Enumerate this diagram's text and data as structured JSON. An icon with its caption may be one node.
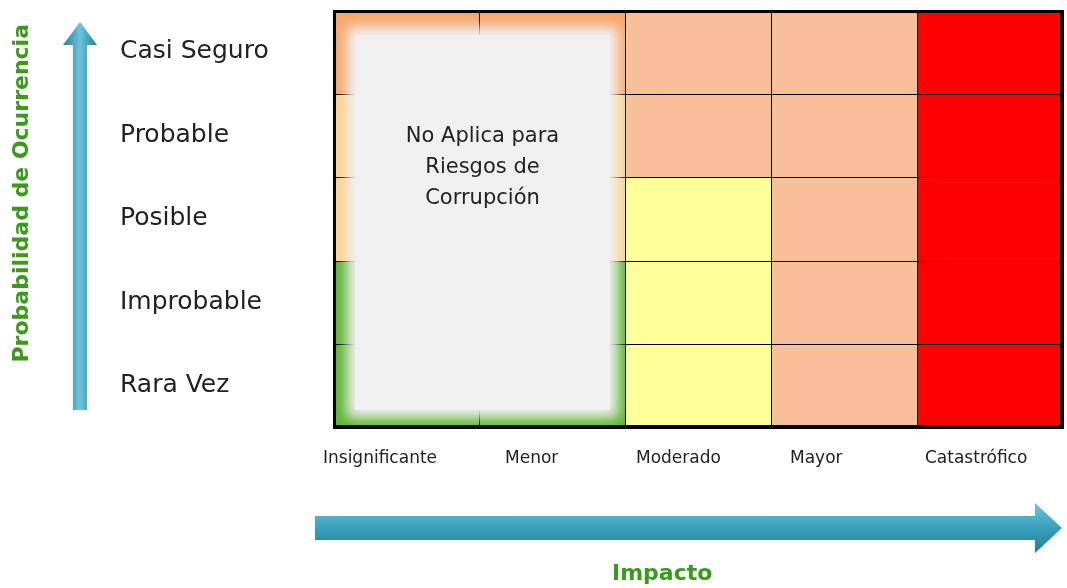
{
  "diagram": {
    "nodes": [
      {
        "text": [
          "No Aplica para Riesgos de Corrupción"
        ]
      }
    ],
    "labels": [
      "Probabilidad de Ocurrencia",
      "Casi Seguro",
      "Probable",
      "Posible",
      "Improbable",
      "Rara Vez",
      "Insignificante",
      "Menor",
      "Moderado",
      "Mayor",
      "Catastrófico",
      "Impacto"
    ]
  }
}
